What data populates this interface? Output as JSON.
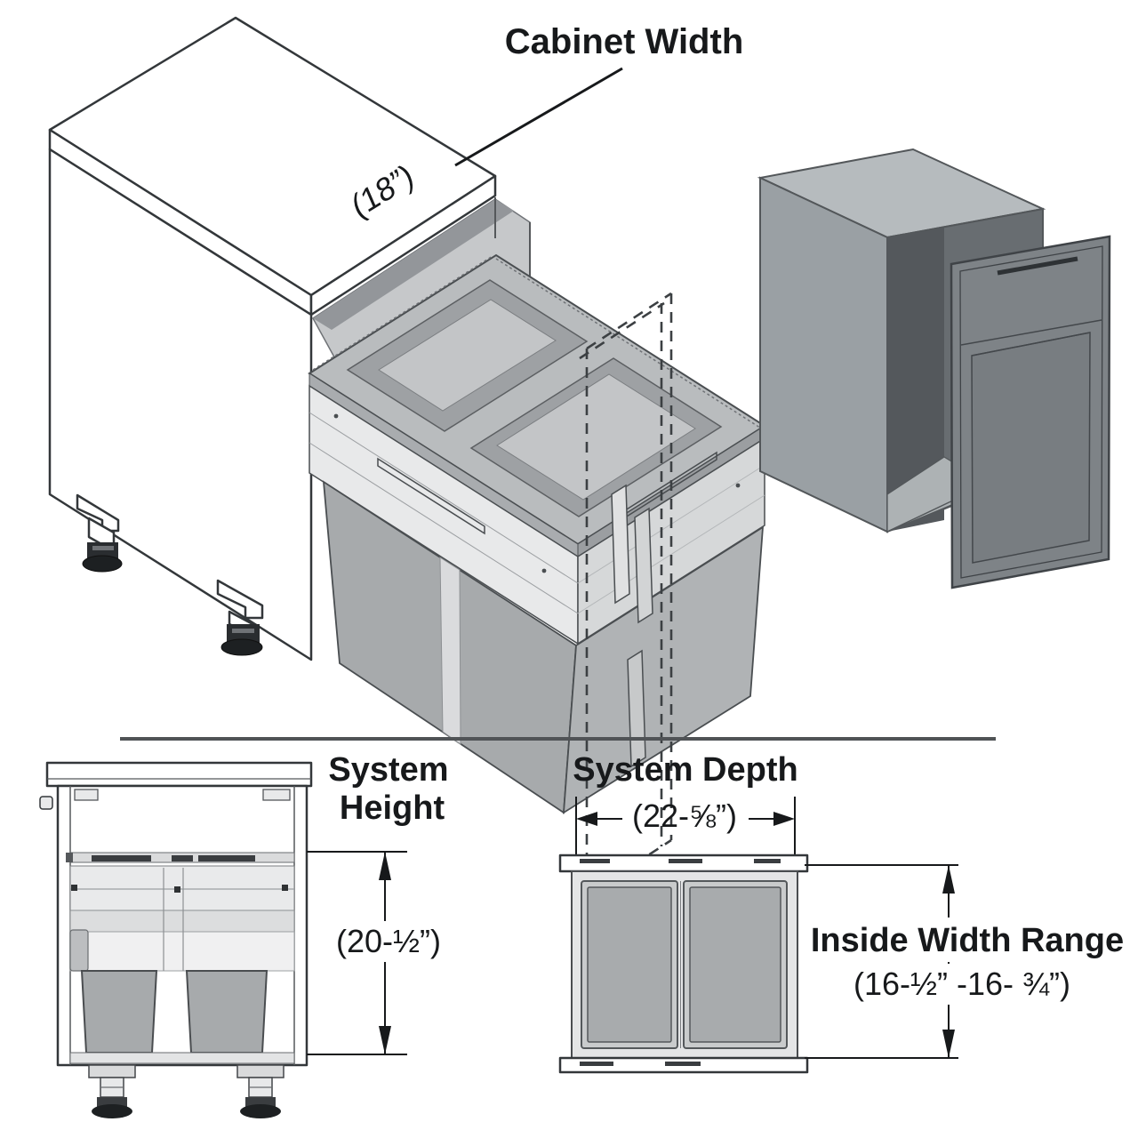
{
  "diagram": {
    "title_area": {
      "cabinet_width_label": "Cabinet Width",
      "cabinet_width_value": "(18”)"
    },
    "front_view": {
      "system_height_label_line1": "System",
      "system_height_label_line2": "Height",
      "system_height_value": "(20-½”)"
    },
    "top_view": {
      "system_depth_label": "System Depth",
      "system_depth_value": "(22-⅝”)",
      "inside_width_label": "Inside Width Range",
      "inside_width_value": "(16-½” -16- ¾”)"
    },
    "colors": {
      "background": "#ffffff",
      "line": "#33373a",
      "divider": "#505356",
      "bin_gray": "#a7aaac",
      "frame_light": "#e8e9ea",
      "rim_gray": "#b9bcbe",
      "render_top": "#b6bbbe",
      "render_side": "#9aa0a4",
      "render_interior": "#5f6468",
      "render_door": "#7e8387",
      "text": "#17191b"
    }
  }
}
